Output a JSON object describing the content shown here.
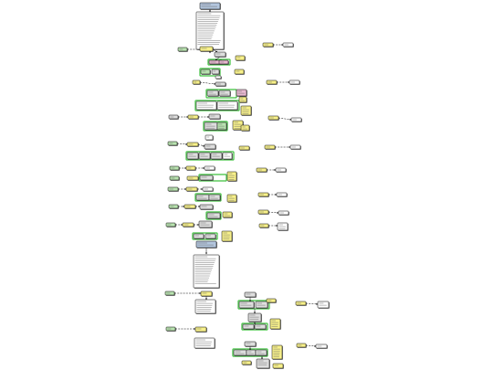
{
  "diagram": {
    "kind": "flowchart",
    "colors": {
      "blue": "#b3c6de",
      "grey": "#dedede",
      "yellow": "#f7f08a",
      "green": "#b9e3b0",
      "pink": "#e8b8d0",
      "white": "#ffffff",
      "edge": "#000000",
      "groupBorder": "#3cc03c"
    },
    "legend_pairs": 12,
    "nodes": 92,
    "connectors": 48,
    "groups": 13
  }
}
